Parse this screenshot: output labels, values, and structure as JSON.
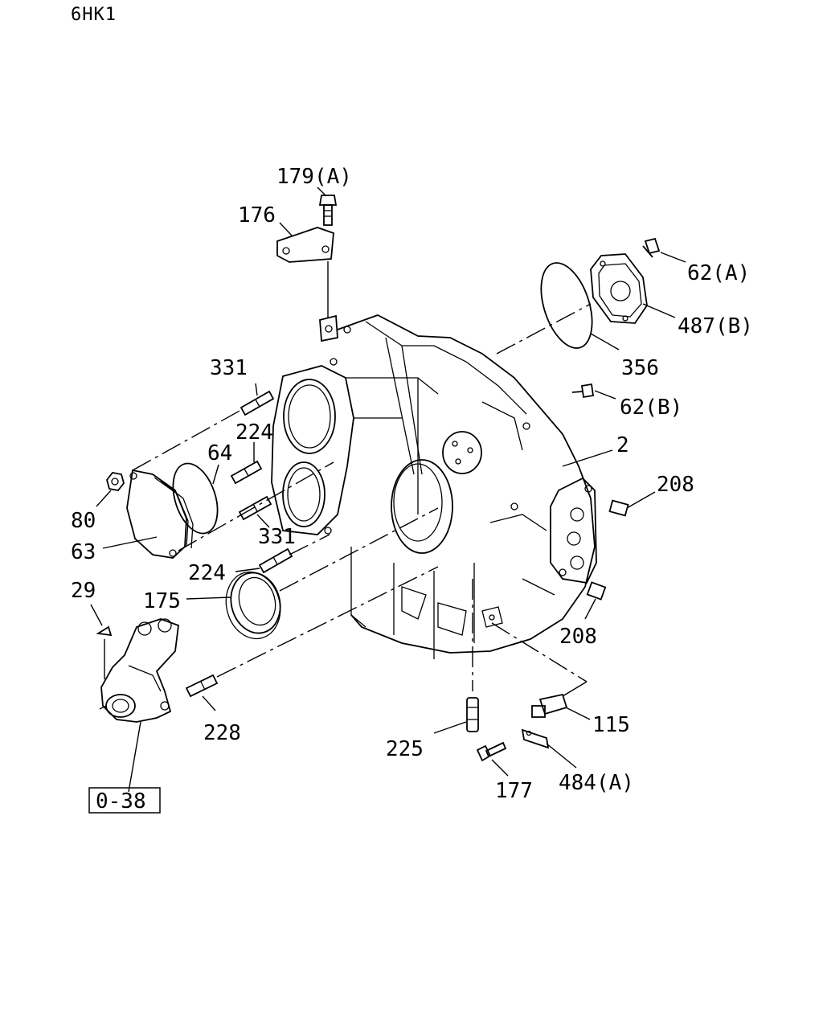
{
  "model_code": "6HK1",
  "reference_box": "0-38",
  "callouts": [
    {
      "id": "c179a",
      "text": "179(A)"
    },
    {
      "id": "c176",
      "text": "176"
    },
    {
      "id": "c62a",
      "text": "62(A)"
    },
    {
      "id": "c487b",
      "text": "487(B)"
    },
    {
      "id": "c356",
      "text": "356"
    },
    {
      "id": "c331a",
      "text": "331"
    },
    {
      "id": "c62b",
      "text": "62(B)"
    },
    {
      "id": "c224a",
      "text": "224"
    },
    {
      "id": "c64",
      "text": "64"
    },
    {
      "id": "c2",
      "text": "2"
    },
    {
      "id": "c208a",
      "text": "208"
    },
    {
      "id": "c80",
      "text": "80"
    },
    {
      "id": "c331b",
      "text": "331"
    },
    {
      "id": "c63",
      "text": "63"
    },
    {
      "id": "c224b",
      "text": "224"
    },
    {
      "id": "c29",
      "text": "29"
    },
    {
      "id": "c175",
      "text": "175"
    },
    {
      "id": "c208b",
      "text": "208"
    },
    {
      "id": "c115",
      "text": "115"
    },
    {
      "id": "c228",
      "text": "228"
    },
    {
      "id": "c225",
      "text": "225"
    },
    {
      "id": "c177",
      "text": "177"
    },
    {
      "id": "c484a",
      "text": "484(A)"
    }
  ]
}
